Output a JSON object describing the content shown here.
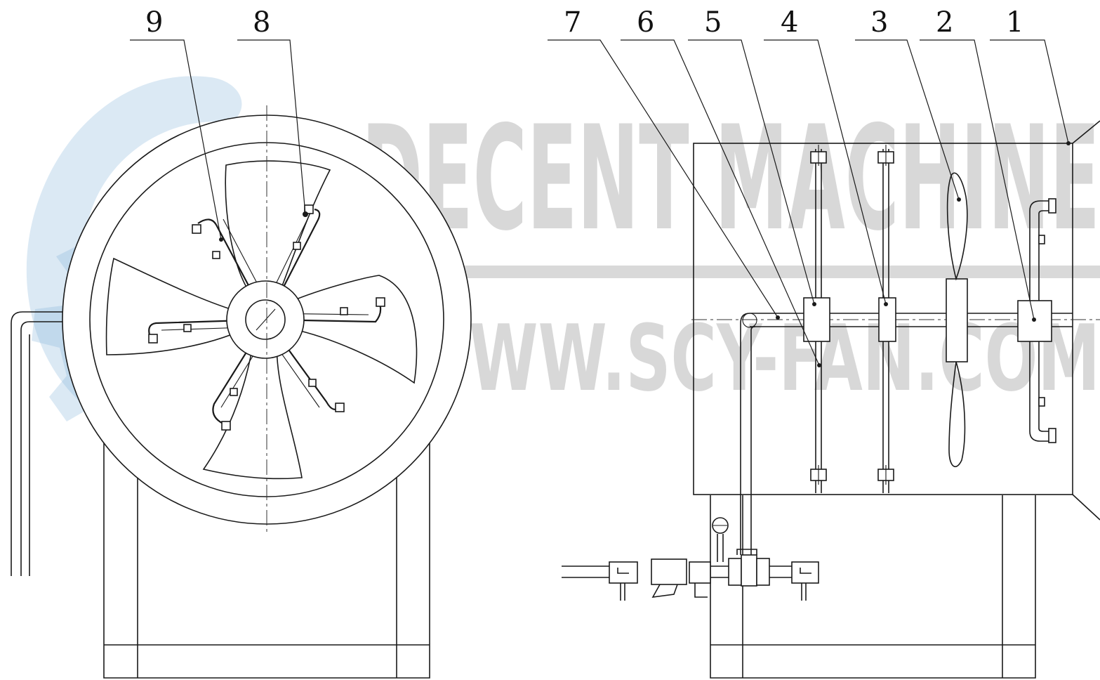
{
  "watermark": {
    "brand": "DECENT MACHINE",
    "website": "WWW.SCY-FAN.COM"
  },
  "callouts": [
    "1",
    "2",
    "3",
    "4",
    "5",
    "6",
    "7",
    "8",
    "9"
  ],
  "colors": {
    "line": "#1a1a1a",
    "watermark_text": "#b9b9b9",
    "watermark_logo": "#7fb0d6"
  }
}
